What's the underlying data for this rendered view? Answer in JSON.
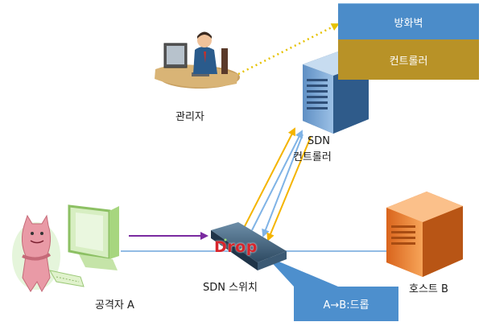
{
  "firewall_panel": {
    "label": "방화벽",
    "color": "#4b8cc9"
  },
  "controller_panel": {
    "label": "컨트롤러",
    "color": "#b89227"
  },
  "admin": {
    "label": "관리자"
  },
  "sdn_controller": {
    "label_line1": "SDN",
    "label_line2": "컨트롤러"
  },
  "sdn_switch": {
    "label": "SDN 스위치",
    "drop_text": "Drop"
  },
  "attacker": {
    "label": "공격자 A"
  },
  "host_b": {
    "label": "호스트 B",
    "color": "#e8782a"
  },
  "rule_box": {
    "label": "A→B:드롭",
    "color": "#4d8fcd"
  },
  "arrow_colors": {
    "attack": "#7a2aa0",
    "control_up": "#f4b400",
    "control_down": "#7fb3e6",
    "link": "#6fa6dc",
    "admin_to_firewall": "#e6c200"
  }
}
